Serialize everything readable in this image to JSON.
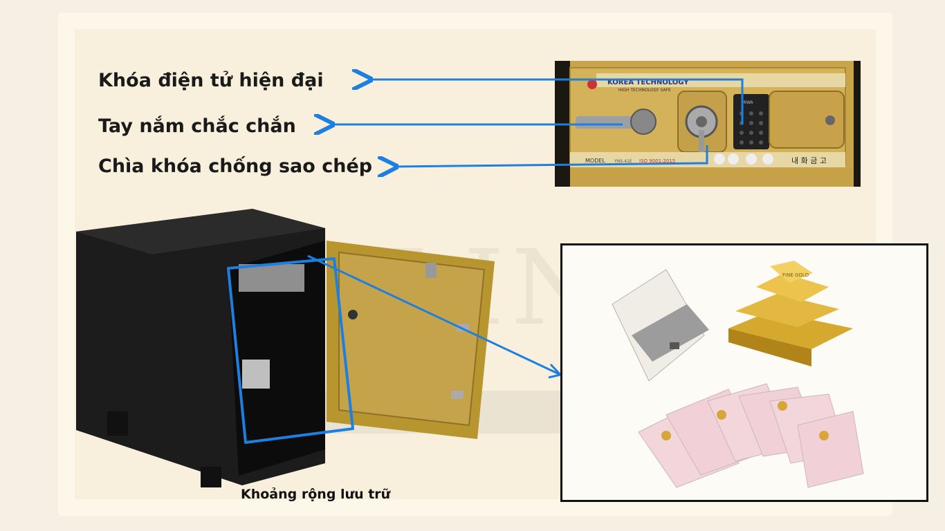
{
  "watermark": "LINE",
  "features": {
    "electronic_lock": "Khóa điện tử hiện đại",
    "handle": "Tay nắm chắc chắn",
    "key": "Chìa khóa chống sao chép"
  },
  "storage_caption": "Khoảng rộng lưu trữ",
  "lock_panel": {
    "brand": "KOREA TECHNOLOGY",
    "tagline": "HIGH TECHNOLOGY SAFE",
    "model": "MODEL",
    "model_no": "YNS-41E",
    "iso": "ISO 9001:2015",
    "korean": "내 화 금 고",
    "lock_brand": "MIWA"
  },
  "gold_bar_text": "FINE GOLD",
  "colors": {
    "arrow": "#1d7fe0",
    "gold": "#c9a548",
    "safe_body": "#1c1c1c",
    "background": "#f8f0dc"
  }
}
